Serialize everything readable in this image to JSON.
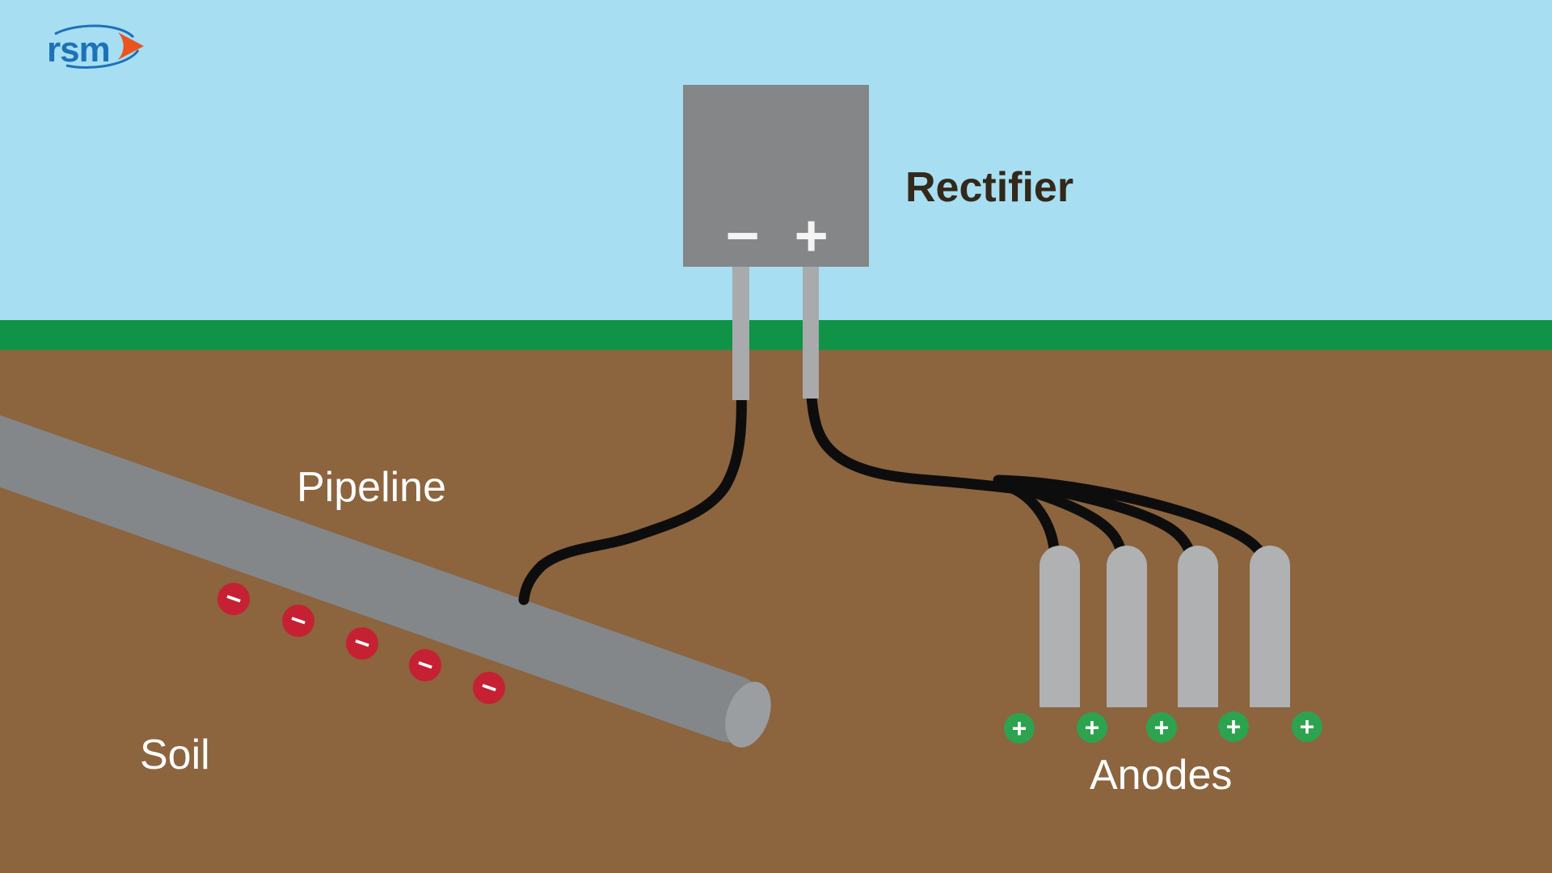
{
  "logo": {
    "text": "rsm"
  },
  "rectifier": {
    "label": "Rectifier",
    "minus_symbol": "−",
    "plus_symbol": "+"
  },
  "pipeline": {
    "label": "Pipeline",
    "charge_symbol": "−",
    "charge_count": 5
  },
  "soil": {
    "label": "Soil"
  },
  "anodes": {
    "label": "Anodes",
    "charge_symbol": "+",
    "charge_count": 5,
    "rod_count": 4
  },
  "colors": {
    "sky": "#a7def2",
    "grass": "#109347",
    "soil": "#8c643e",
    "equipment_gray": "#848688",
    "lead_gray": "#a8aaac",
    "pipe_gray": "#83878a",
    "pipe_cap_gray": "#9b9ea1",
    "anode_gray": "#afb1b3",
    "cable_black": "#0d0d0d",
    "negative_red": "#c52132",
    "positive_green": "#2da34f",
    "label_white": "#ffffff",
    "label_dark": "#33281a",
    "logo_blue": "#1b72b8",
    "logo_orange": "#e95420"
  }
}
